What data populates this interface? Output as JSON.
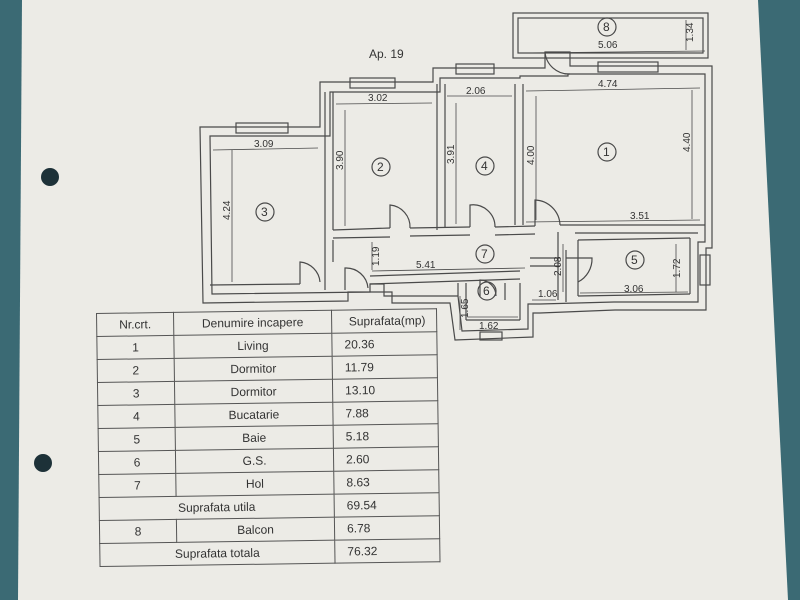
{
  "apartment_title": "Ap. 19",
  "rooms": [
    {
      "number": "1",
      "dims": [
        "4.74",
        "4.00",
        "4.40",
        "3.51"
      ]
    },
    {
      "number": "2",
      "dims": [
        "3.02",
        "3.90"
      ]
    },
    {
      "number": "3",
      "dims": [
        "3.09",
        "4.24"
      ]
    },
    {
      "number": "4",
      "dims": [
        "2.06",
        "3.91"
      ]
    },
    {
      "number": "5",
      "dims": [
        "2.08",
        "3.06",
        "1.72"
      ]
    },
    {
      "number": "6",
      "dims": [
        "1.65",
        "1.62"
      ]
    },
    {
      "number": "7",
      "dims": [
        "5.41",
        "1.19",
        "1.06"
      ]
    },
    {
      "number": "8",
      "dims": [
        "5.06",
        "1.34"
      ]
    }
  ],
  "table": {
    "headers": [
      "Nr.crt.",
      "Denumire incapere",
      "Suprafata(mp)"
    ],
    "rows": [
      {
        "nr": "1",
        "name": "Living",
        "area": "20.36"
      },
      {
        "nr": "2",
        "name": "Dormitor",
        "area": "11.79"
      },
      {
        "nr": "3",
        "name": "Dormitor",
        "area": "13.10"
      },
      {
        "nr": "4",
        "name": "Bucatarie",
        "area": "7.88"
      },
      {
        "nr": "5",
        "name": "Baie",
        "area": "5.18"
      },
      {
        "nr": "6",
        "name": "G.S.",
        "area": "2.60"
      },
      {
        "nr": "7",
        "name": "Hol",
        "area": "8.63"
      }
    ],
    "usable_label": "Suprafata utila",
    "usable_value": "69.54",
    "balcony": {
      "nr": "8",
      "name": "Balcon",
      "area": "6.78"
    },
    "total_label": "Suprafata totala",
    "total_value": "76.32"
  },
  "colors": {
    "paper": "#ecebe6",
    "background": "#3b6a74",
    "line": "#4a4a4a"
  }
}
